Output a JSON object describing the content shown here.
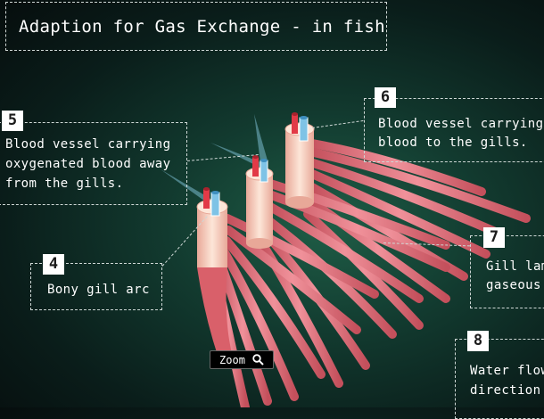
{
  "title": "Adaption for Gas Exchange - in fish",
  "labels": {
    "l4": {
      "number": "4",
      "lines": [
        "Bony gill arc"
      ]
    },
    "l5": {
      "number": "5",
      "lines": [
        "Blood vessel carrying",
        "oxygenated blood away",
        "from the gills."
      ]
    },
    "l6": {
      "number": "6",
      "lines": [
        "Blood vessel carrying",
        "blood to the gills."
      ]
    },
    "l7": {
      "number": "7",
      "lines": [
        "Gill lam",
        "gaseous"
      ]
    },
    "l8": {
      "number": "8",
      "lines": [
        "Water flow",
        "direction"
      ]
    }
  },
  "zoom_button": {
    "label": "Zoom",
    "icon": "magnifier-icon"
  },
  "colors": {
    "filament": "#d9606a",
    "arch": "#f3c9b5",
    "oxygenated_vessel": "#e23a47",
    "deoxygenated_vessel": "#7fc3e6"
  }
}
